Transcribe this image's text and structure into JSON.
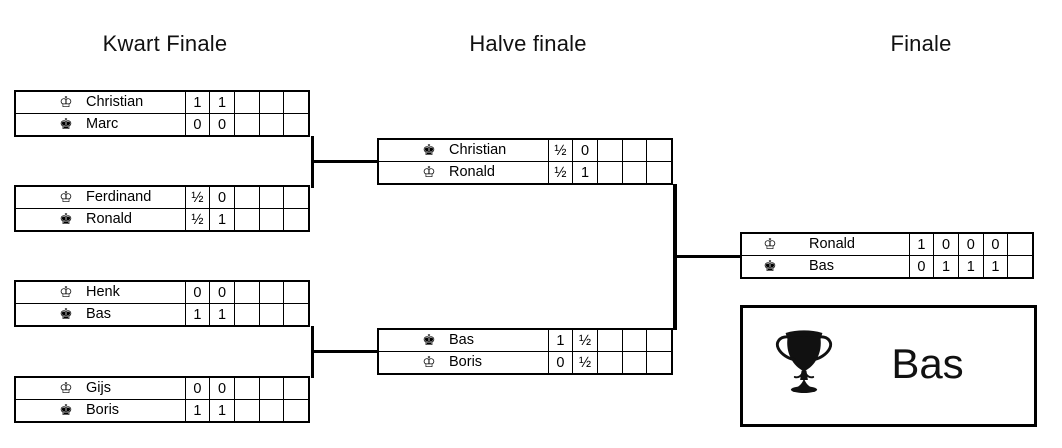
{
  "headers": {
    "quarterfinal": "Kwart Finale",
    "semifinal": "Halve finale",
    "final": "Finale"
  },
  "glyphs": {
    "white_king": "♔",
    "black_king": "♚"
  },
  "rounds": {
    "quarterfinals": [
      {
        "rows": [
          {
            "piece": "white",
            "name": "Christian",
            "scores": [
              "1",
              "1",
              "",
              "",
              ""
            ]
          },
          {
            "piece": "black",
            "name": "Marc",
            "scores": [
              "0",
              "0",
              "",
              "",
              ""
            ]
          }
        ]
      },
      {
        "rows": [
          {
            "piece": "white",
            "name": "Ferdinand",
            "scores": [
              "½",
              "0",
              "",
              "",
              ""
            ]
          },
          {
            "piece": "black",
            "name": "Ronald",
            "scores": [
              "½",
              "1",
              "",
              "",
              ""
            ]
          }
        ]
      },
      {
        "rows": [
          {
            "piece": "white",
            "name": "Henk",
            "scores": [
              "0",
              "0",
              "",
              "",
              ""
            ]
          },
          {
            "piece": "black",
            "name": "Bas",
            "scores": [
              "1",
              "1",
              "",
              "",
              ""
            ]
          }
        ]
      },
      {
        "rows": [
          {
            "piece": "white",
            "name": "Gijs",
            "scores": [
              "0",
              "0",
              "",
              "",
              ""
            ]
          },
          {
            "piece": "black",
            "name": "Boris",
            "scores": [
              "1",
              "1",
              "",
              "",
              ""
            ]
          }
        ]
      }
    ],
    "semifinals": [
      {
        "rows": [
          {
            "piece": "black",
            "name": "Christian",
            "scores": [
              "½",
              "0",
              "",
              "",
              ""
            ]
          },
          {
            "piece": "white",
            "name": "Ronald",
            "scores": [
              "½",
              "1",
              "",
              "",
              ""
            ]
          }
        ]
      },
      {
        "rows": [
          {
            "piece": "black",
            "name": "Bas",
            "scores": [
              "1",
              "½",
              "",
              "",
              ""
            ]
          },
          {
            "piece": "white",
            "name": "Boris",
            "scores": [
              "0",
              "½",
              "",
              "",
              ""
            ]
          }
        ]
      }
    ],
    "final": [
      {
        "rows": [
          {
            "piece": "white",
            "name": "Ronald",
            "scores": [
              "1",
              "0",
              "0",
              "0",
              ""
            ]
          },
          {
            "piece": "black",
            "name": "Bas",
            "scores": [
              "0",
              "1",
              "1",
              "1",
              ""
            ]
          }
        ]
      }
    ]
  },
  "winner": {
    "name": "Bas"
  },
  "colors": {
    "line": "#000000",
    "background": "#ffffff",
    "trophy": "#111111"
  }
}
